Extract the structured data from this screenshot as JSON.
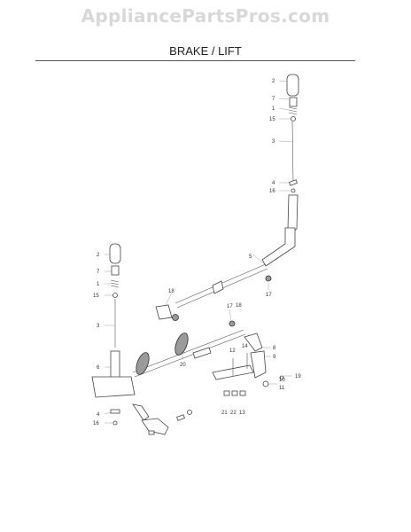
{
  "watermark": "AppliancePartsPros.com",
  "title": "BRAKE / LIFT",
  "callouts": {
    "upper_2": "2",
    "upper_7": "7",
    "upper_1": "1",
    "upper_15": "15",
    "upper_3": "3",
    "upper_4": "4",
    "upper_16": "16",
    "upper_5": "5",
    "upper_17": "17",
    "left_2": "2",
    "left_7": "7",
    "left_1": "1",
    "left_15": "15",
    "left_3": "3",
    "left_6": "6",
    "left_4": "4",
    "left_16": "16",
    "mid_18": "18",
    "mid_17": "17",
    "mid_18b": "18",
    "mid_20": "20",
    "r_8": "8",
    "r_9": "9",
    "r_14": "14",
    "r_12": "12",
    "r_19": "19",
    "r_10": "10",
    "r_11": "11",
    "b_21": "21",
    "b_22": "22",
    "b_13": "13"
  }
}
